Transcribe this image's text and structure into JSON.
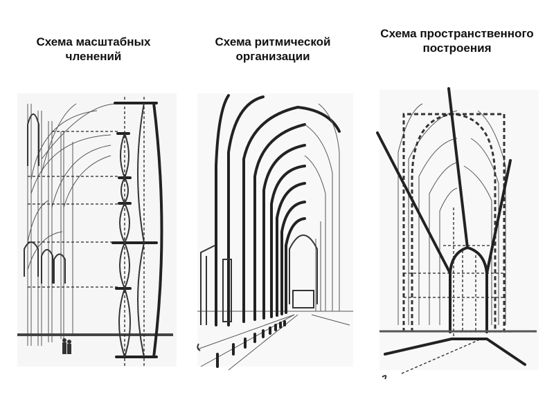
{
  "captions": {
    "scale": "Схема масштабных членений",
    "rhythm": "Схема ритмической организации",
    "space": "Схема пространственного построения"
  }
}
